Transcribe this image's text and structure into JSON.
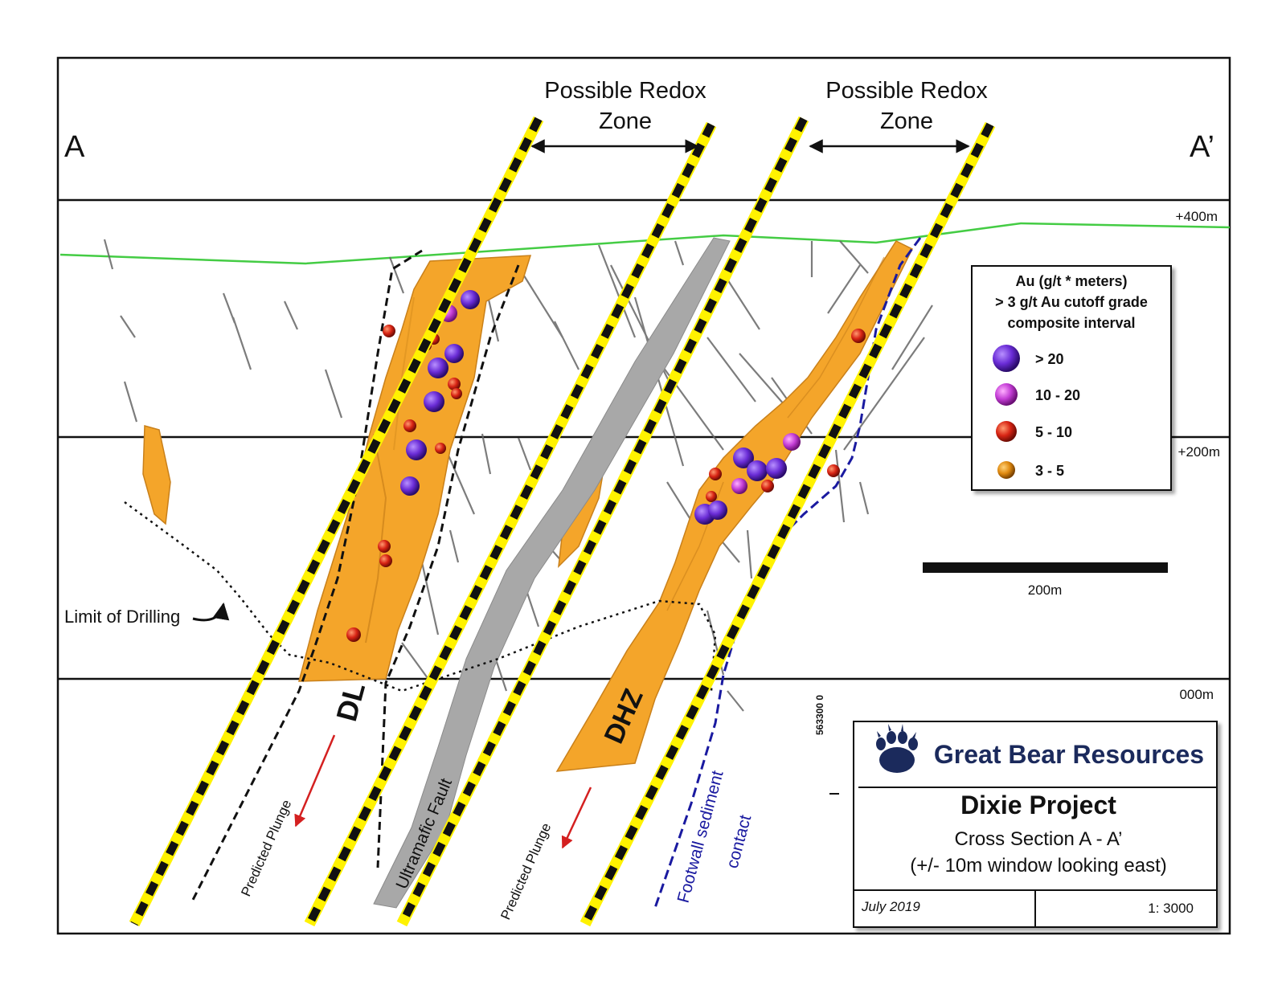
{
  "header": {
    "left_label": "A",
    "right_label": "A’",
    "redox_zone_1": [
      "Possible Redox",
      "Zone"
    ],
    "redox_zone_2": [
      "Possible Redox",
      "Zone"
    ]
  },
  "elevations": {
    "top": "+400m",
    "middle": "+200m",
    "bottom": "000m"
  },
  "legend": {
    "title_lines": [
      "Au (g/t  * meters)",
      "> 3 g/t Au cutoff grade",
      "composite interval"
    ],
    "items": [
      {
        "label": "> 20",
        "color": "#6a2cd6"
      },
      {
        "label": "10 - 20",
        "color": "#c43ed6"
      },
      {
        "label": "5 - 10",
        "color": "#d82414"
      },
      {
        "label": "3 - 5",
        "color": "#e08a10"
      }
    ]
  },
  "scale_bar": {
    "label": "200m"
  },
  "annotations": {
    "limit_of_drilling": "Limit of Drilling",
    "dl": "DL",
    "dhz": "DHZ",
    "predicted_plunge_1": "Predicted Plunge",
    "predicted_plunge_2": "Predicted Plunge",
    "ultramafic_fault": "Ultramafic Fault",
    "footwall_line1": "Footwall sediment",
    "footwall_line2": "contact",
    "easting": "563300 0"
  },
  "title_block": {
    "company": "Great Bear Resources",
    "project": "Dixie Project",
    "subtitle": "Cross Section A - A’",
    "window": "(+/- 10m window looking east)",
    "date": "July 2019",
    "scale": "1: 3000"
  },
  "colors": {
    "orebody": "#f4a52a",
    "topography": "#44cc44",
    "fault": "#a8a8a8",
    "footwall_contact": "#1a1aa0",
    "plunge_arrow": "#d42020",
    "company_blue": "#1b2a5c"
  }
}
